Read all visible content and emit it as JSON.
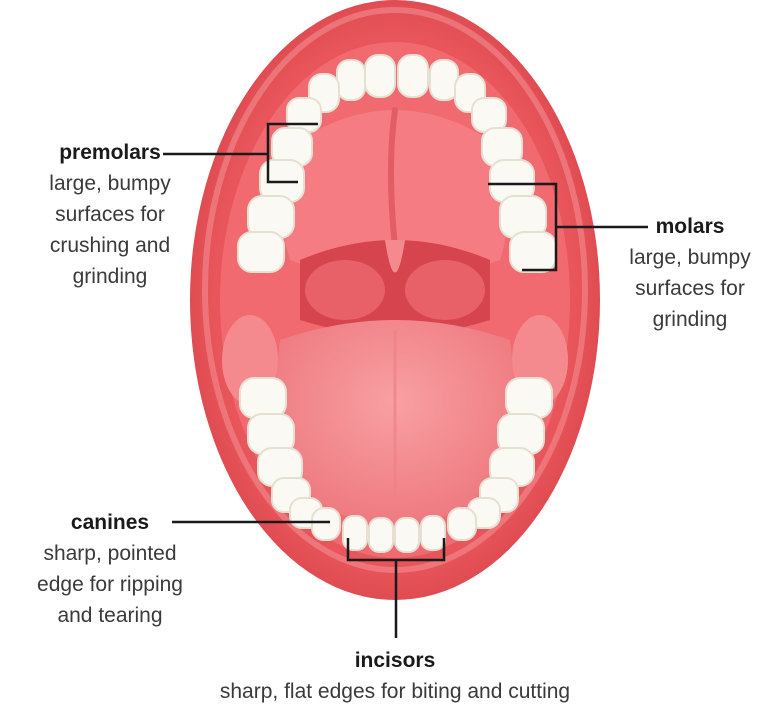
{
  "labels": {
    "premolars": {
      "title": "premolars",
      "description": "large, bumpy\nsurfaces for\ncrushing and\ngrinding"
    },
    "molars": {
      "title": "molars",
      "description": "large, bumpy\nsurfaces for\ngrinding"
    },
    "canines": {
      "title": "canines",
      "description": "sharp, pointed\nedge for ripping\nand tearing"
    },
    "incisors": {
      "title": "incisors",
      "description": "sharp, flat edges for biting and cutting"
    }
  },
  "colors": {
    "lip": "#e8555a",
    "lip_dark": "#c93a42",
    "mouth_interior": "#f06a70",
    "palate": "#f47c82",
    "throat": "#d6454e",
    "tongue": "#f58a8e",
    "tooth": "#fbf9f3",
    "tooth_shadow": "#e6e0d2",
    "leader_line": "#1a1a1a"
  }
}
